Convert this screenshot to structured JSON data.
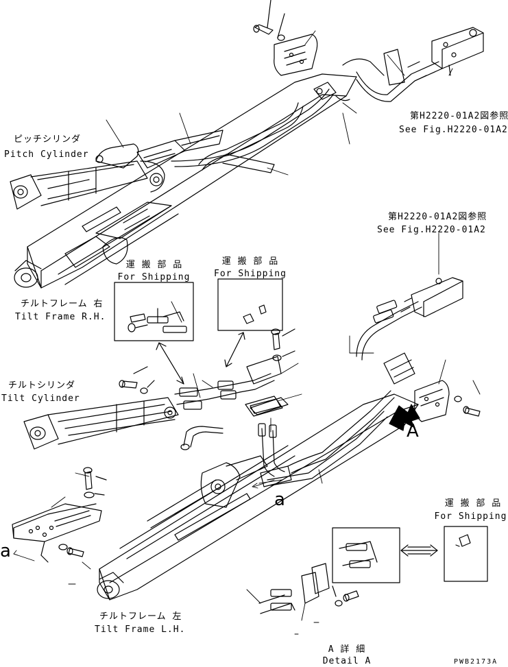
{
  "labels": {
    "pitch_jp": "ピッチシリンダ",
    "pitch_en": "Pitch Cylinder",
    "tilt_frame_rh_jp": "チルトフレーム 右",
    "tilt_frame_rh_en": "Tilt Frame R.H.",
    "tilt_cyl_jp": "チルトシリンダ",
    "tilt_cyl_en": "Tilt Cylinder",
    "tilt_frame_lh_jp": "チルトフレーム 左",
    "tilt_frame_lh_en": "Tilt Frame L.H.",
    "ref_top_jp": "第H2220-01A2図参照",
    "ref_top_en": "See Fig.H2220-01A2",
    "ref_mid_jp": "第H2220-01A2図参照",
    "ref_mid_en": "See Fig.H2220-01A2",
    "ship1_jp": "運 搬 部 品",
    "ship1_en": "For Shipping",
    "ship2_jp": "運 搬 部 品",
    "ship2_en": "For Shipping",
    "ship3_jp": "運 搬 部 品",
    "ship3_en": "For Shipping",
    "view_A": "A",
    "view_a1": "a",
    "view_a2": "a",
    "detail_jp": "A 詳 細",
    "detail_en": "Detail A",
    "drawing_no": "PWB2173A"
  }
}
